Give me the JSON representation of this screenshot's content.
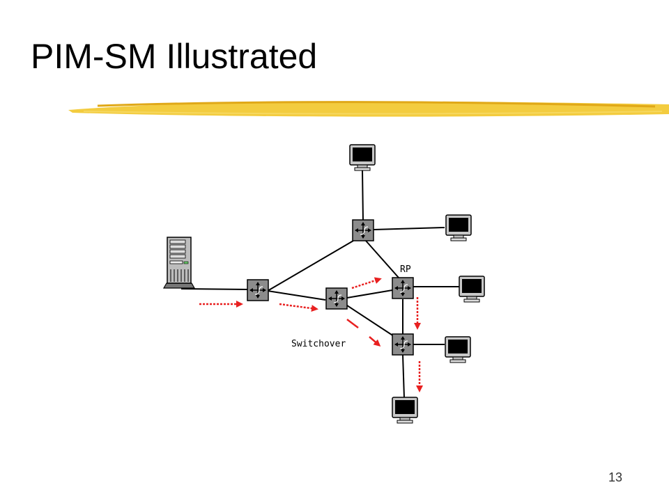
{
  "slide": {
    "title": "PIM-SM Illustrated",
    "page_number": "13"
  },
  "diagram": {
    "rp_label": "RP",
    "switchover_label": "Switchover",
    "colors": {
      "arrow": "#e82020",
      "link": "#000000",
      "router_fill": "#8c8c8c",
      "underline": "#f0c020"
    },
    "nodes": [
      {
        "id": "source-server",
        "icon": "server-icon"
      },
      {
        "id": "router-a",
        "icon": "router-icon"
      },
      {
        "id": "router-b",
        "icon": "router-icon"
      },
      {
        "id": "router-top",
        "icon": "router-icon"
      },
      {
        "id": "router-rp",
        "icon": "router-icon"
      },
      {
        "id": "router-bottom",
        "icon": "router-icon"
      },
      {
        "id": "host-1",
        "icon": "monitor-icon"
      },
      {
        "id": "host-2",
        "icon": "monitor-icon"
      },
      {
        "id": "host-3",
        "icon": "monitor-icon"
      },
      {
        "id": "host-4",
        "icon": "monitor-icon"
      },
      {
        "id": "host-5",
        "icon": "monitor-icon"
      }
    ]
  }
}
